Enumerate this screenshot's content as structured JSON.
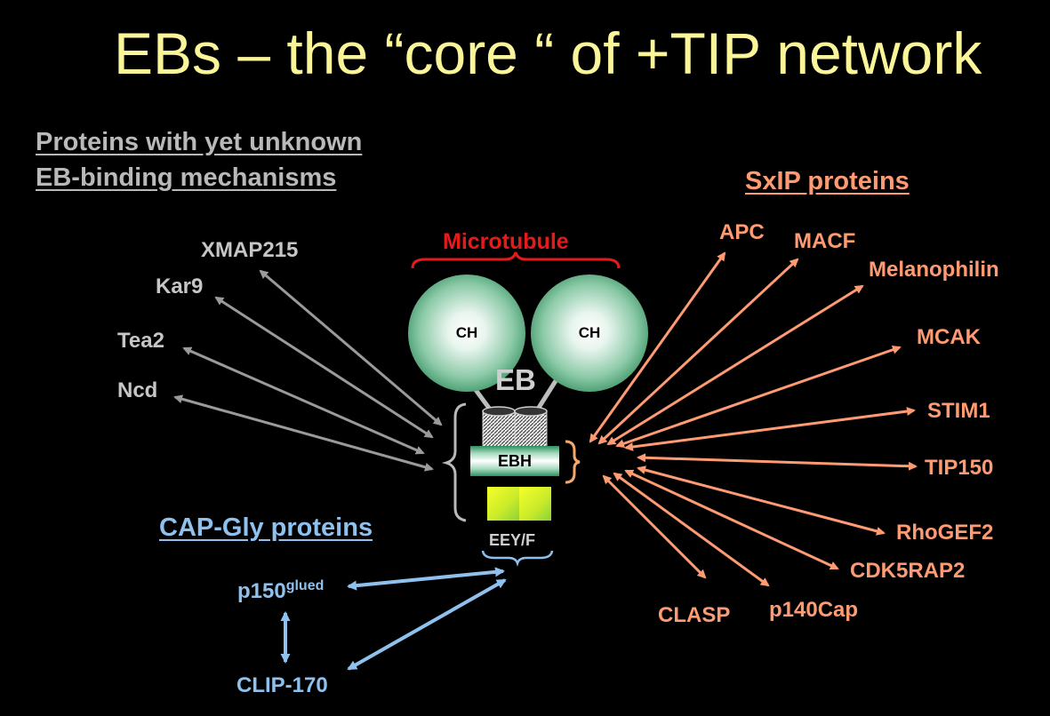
{
  "title": "EBs – the “core “  of +TIP network",
  "unknown_heading": {
    "line1": "Proteins with yet unknown",
    "line2": "EB-binding mechanisms"
  },
  "sxip_heading": "SxIP  proteins",
  "capgly_heading": "CAP-Gly  proteins",
  "microtubule_label": "Microtubule",
  "eb": {
    "ch_left": "CH",
    "ch_right": "CH",
    "eb_label": "EB",
    "ebh_label": "EBH",
    "eeyf_label": "EEY/F"
  },
  "unknown_proteins": [
    "XMAP215",
    "Kar9",
    "Tea2",
    "Ncd"
  ],
  "sxip_proteins": [
    "APC",
    "MACF",
    "Melanophilin",
    "MCAK",
    "STIM1",
    "TIP150",
    "RhoGEF2",
    "CDK5RAP2",
    "p140Cap",
    "CLASP"
  ],
  "capgly_proteins": {
    "p150_base": "p150",
    "p150_sup": "glued",
    "clip170": "CLIP-170"
  },
  "colors": {
    "title": "#fbf59a",
    "gray": "#9a9a9a",
    "orange": "#ff9b73",
    "blue": "#8fc1ee",
    "microtubule": "#e51a1a"
  }
}
